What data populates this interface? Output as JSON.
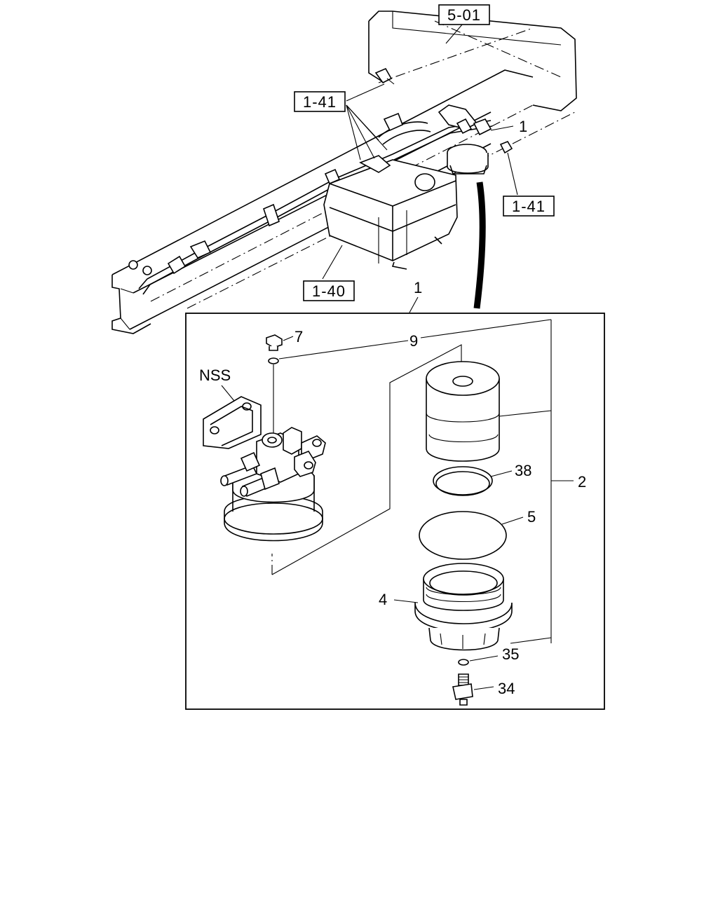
{
  "references": {
    "ref_5_01": "5-01",
    "ref_1_41_top": "1-41",
    "ref_1_41_right": "1-41",
    "ref_1_40": "1-40"
  },
  "callouts": {
    "c1_top": "1",
    "c1_assembly": "1",
    "c2": "2",
    "c4": "4",
    "c5": "5",
    "c7": "7",
    "c9": "9",
    "c34": "34",
    "c35": "35",
    "c38": "38",
    "nss": "NSS"
  }
}
